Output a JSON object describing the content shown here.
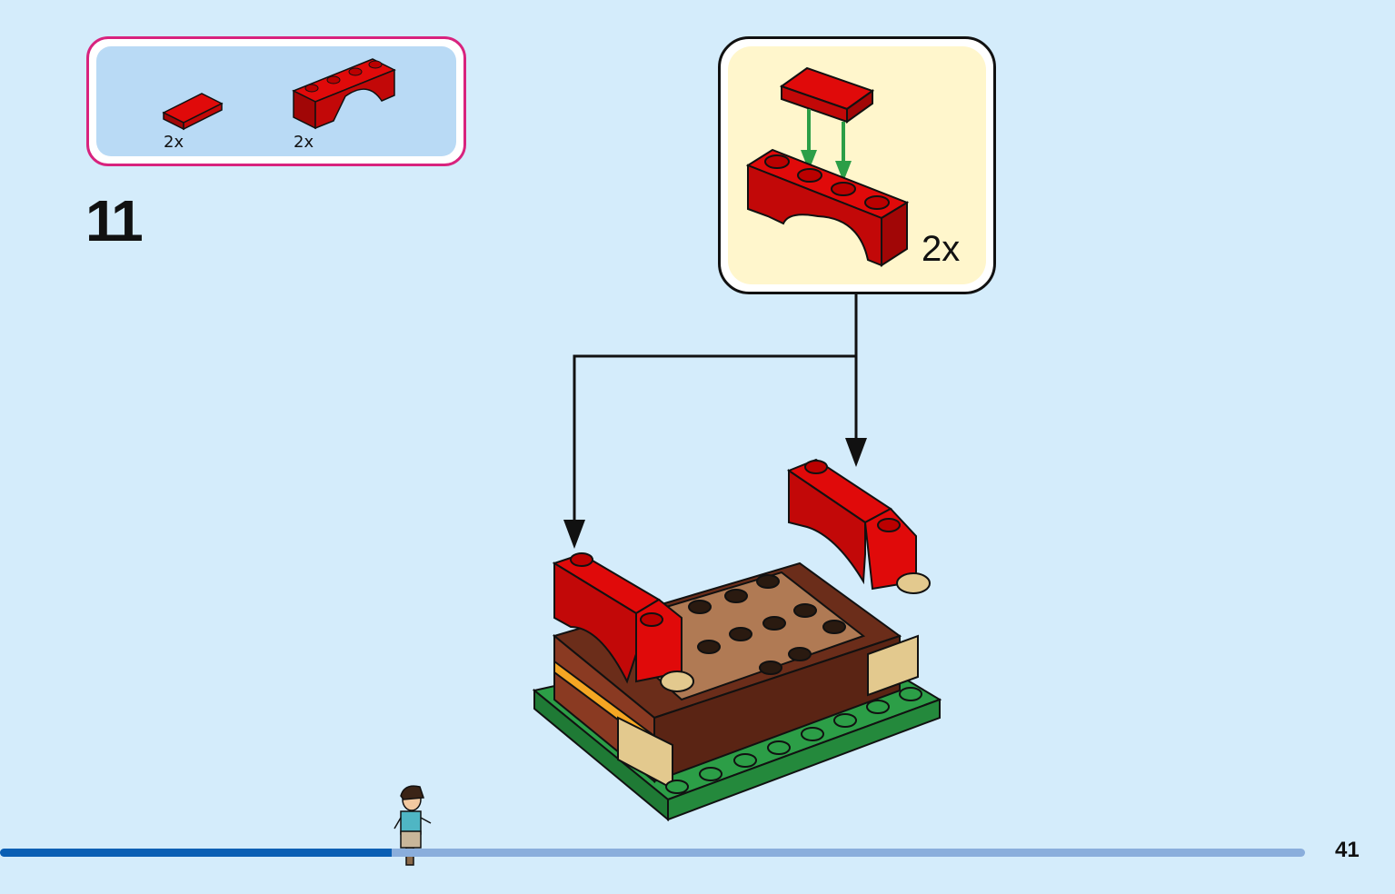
{
  "parts_list": {
    "items": [
      {
        "name": "red-plate-1x2",
        "count": "2x"
      },
      {
        "name": "red-arch-1x4",
        "count": "2x"
      }
    ]
  },
  "step": {
    "number": "11"
  },
  "callout": {
    "count": "2x"
  },
  "page": {
    "number": "41"
  },
  "progress": {
    "fraction": 0.3
  },
  "colors": {
    "red": "#e00a0a",
    "accent": "#d8237e",
    "green": "#2c9e47",
    "bg": "#d4ecfb"
  }
}
